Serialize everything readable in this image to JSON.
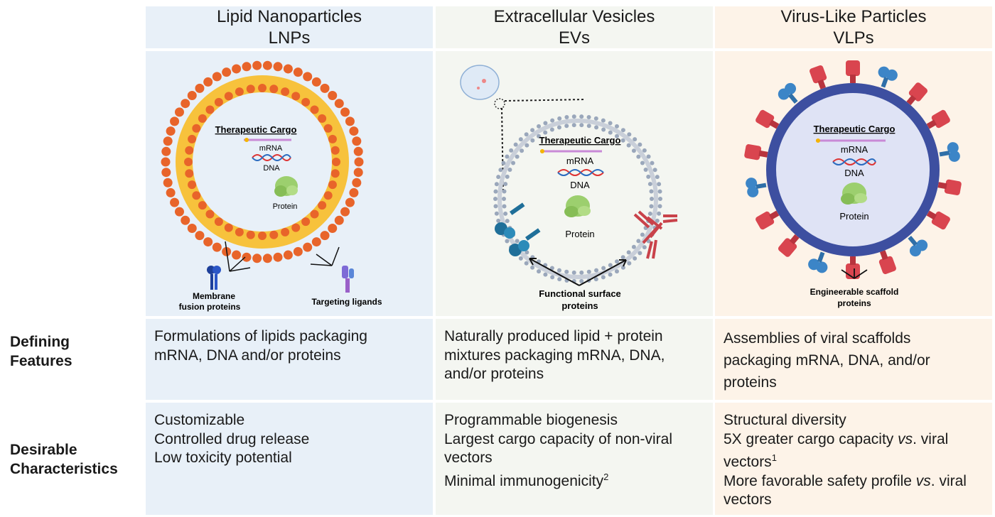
{
  "columns": [
    {
      "title": "Lipid Nanoparticles",
      "abbr": "LNPs",
      "cargo": {
        "title": "Therapeutic Cargo",
        "mrna": "mRNA",
        "dna": "DNA",
        "protein": "Protein"
      },
      "callouts": [
        "Membrane",
        "fusion proteins",
        "Targeting ligands"
      ],
      "defining": [
        "Formulations of lipids packaging",
        "mRNA, DNA and/or proteins"
      ],
      "desirable": [
        "Customizable",
        "Controlled drug release",
        "Low toxicity potential"
      ]
    },
    {
      "title": "Extracellular Vesicles",
      "abbr": "EVs",
      "cargo": {
        "title": "Therapeutic Cargo",
        "mrna": "mRNA",
        "dna": "DNA",
        "protein": "Protein"
      },
      "callouts": [
        "Functional surface",
        "proteins"
      ],
      "defining": [
        "Naturally produced lipid + protein",
        "mixtures packaging mRNA, DNA,",
        "and/or proteins"
      ],
      "desirable": [
        "Programmable biogenesis",
        "Largest cargo capacity of non-viral",
        "vectors",
        "Minimal immunogenicity",
        "2"
      ]
    },
    {
      "title": "Virus-Like Particles",
      "abbr": "VLPs",
      "cargo": {
        "title": "Therapeutic Cargo",
        "mrna": "mRNA",
        "dna": "DNA",
        "protein": "Protein"
      },
      "callouts": [
        "Engineerable scaffold",
        "proteins"
      ],
      "defining": [
        "Assemblies of viral scaffolds",
        "packaging mRNA, DNA, and/or",
        "proteins"
      ],
      "desirable": [
        "Structural diversity",
        "5X greater cargo capacity ",
        "vs",
        ". viral",
        "vectors",
        "1",
        "More favorable safety profile ",
        "vs",
        ". viral",
        "vectors"
      ]
    }
  ],
  "rows": {
    "defining": [
      "Defining",
      "Features"
    ],
    "desirable": [
      "Desirable",
      "Characteristics"
    ]
  },
  "colors": {
    "lnp_bg": "#e8f0f8",
    "ev_bg": "#f4f6f1",
    "vlp_bg": "#fdf3e8",
    "lipid_head": "#e8642a",
    "lipid_tail": "#f7c23c",
    "vlp_shell": "#3d4fa0",
    "vlp_spike": "#d9454f",
    "vlp_knob": "#3c85c7"
  }
}
